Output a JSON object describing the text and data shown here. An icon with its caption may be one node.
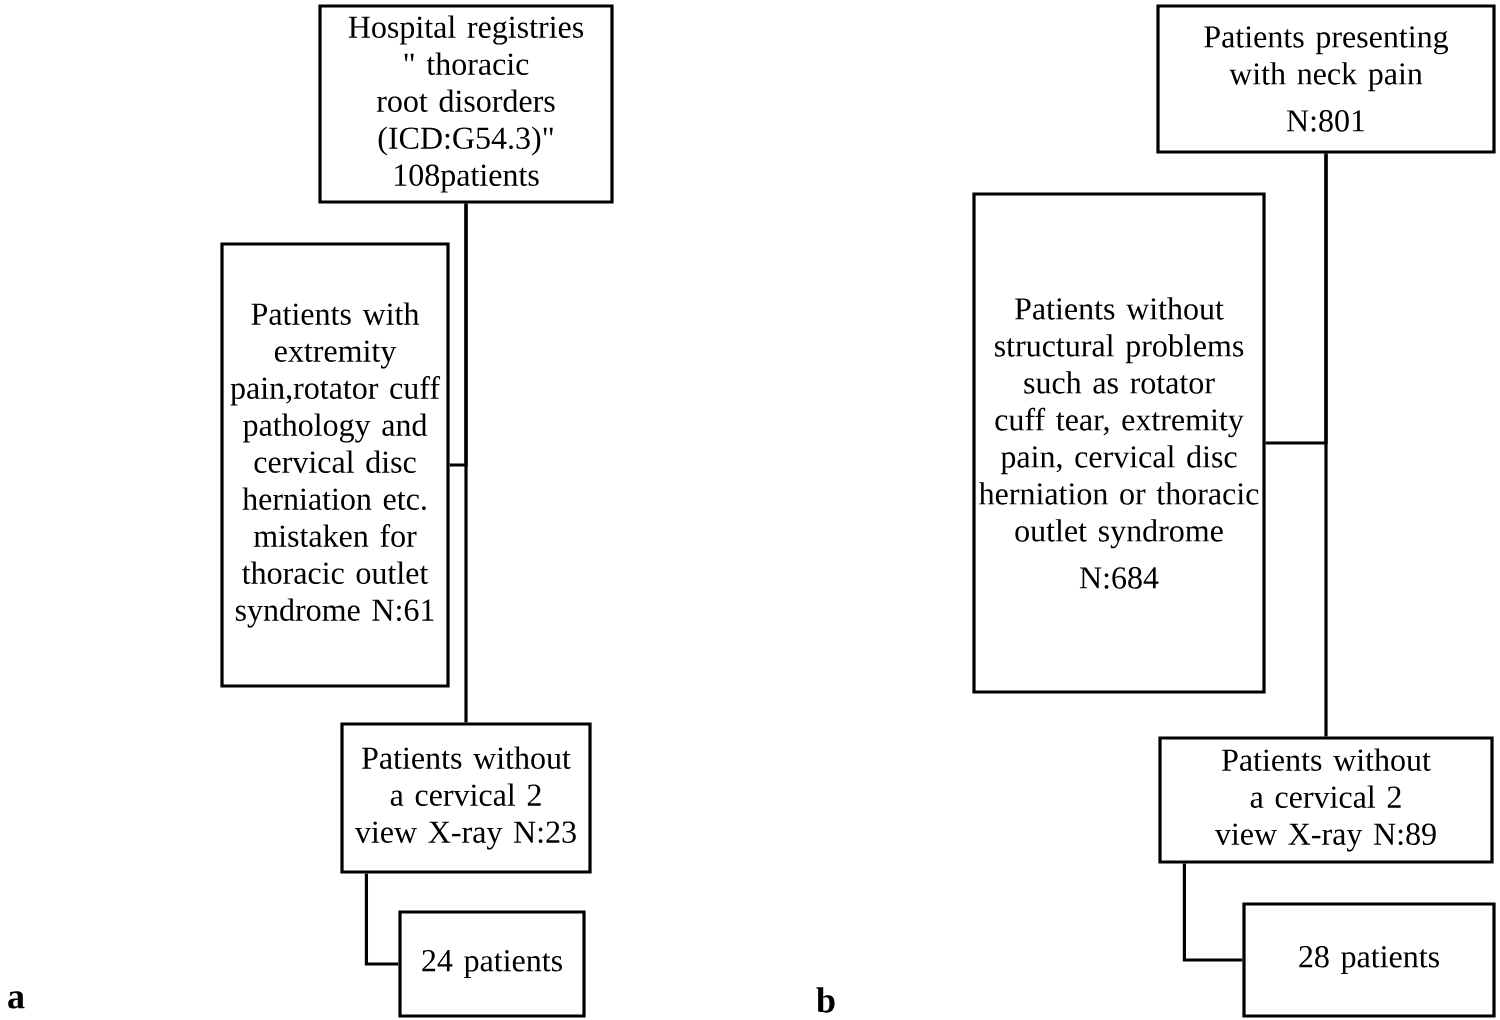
{
  "diagram": {
    "nodes": [
      {
        "text": [
          "Hospital registries \" thoracic root disorders (ICD:G54.3)\" 108patients"
        ]
      },
      {
        "text": [
          "Patients with extremity pain,rotator cuff pathology and cervical disc herniation etc. mistaken for thoracic outlet syndrome N:61"
        ]
      },
      {
        "text": [
          "Patients without a cervical 2 view X-ray N:23"
        ]
      },
      {
        "text": [
          "24 patients"
        ]
      },
      {
        "text": [
          "Patients presenting with neck pain",
          "N:801"
        ]
      },
      {
        "text": [
          "Patients without structural problems such as rotator cuff tear, extremity pain, cervical disc herniation or thoracic outlet syndrome",
          "N:684"
        ]
      },
      {
        "text": [
          "Patients without a cervical 2 view X-ray N:89"
        ]
      },
      {
        "text": [
          "28 patients"
        ]
      }
    ],
    "edges": [
      {
        "from": 0,
        "to": 2,
        "arrow": "none"
      },
      {
        "from": 0,
        "to": 1,
        "arrow": "none"
      },
      {
        "from": 2,
        "to": 3,
        "arrow": "none"
      },
      {
        "from": 4,
        "to": 6,
        "arrow": "none"
      },
      {
        "from": 4,
        "to": 5,
        "arrow": "none"
      },
      {
        "from": 6,
        "to": 7,
        "arrow": "none"
      }
    ],
    "labels": [
      "a",
      "b"
    ]
  }
}
